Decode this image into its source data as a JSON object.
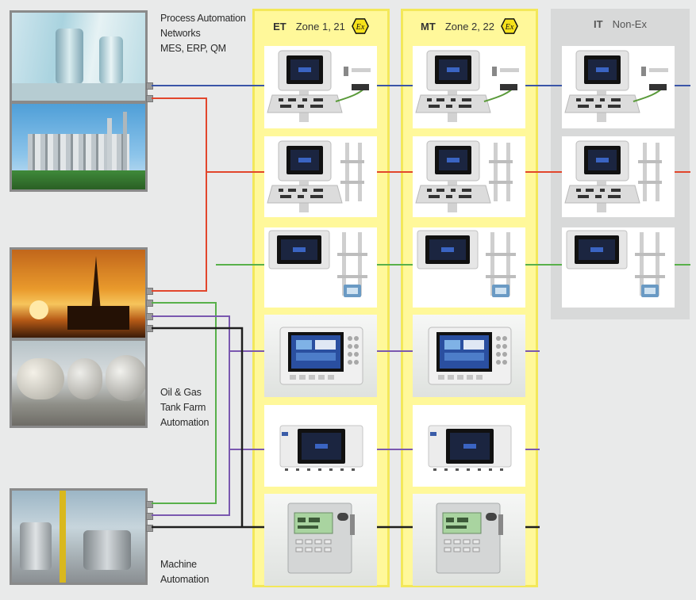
{
  "captions": {
    "process": [
      "Process Automation",
      "Networks",
      "MES, ERP, QM"
    ],
    "oilgas": [
      "Oil & Gas",
      "Tank Farm",
      "Automation"
    ],
    "machine": [
      "Machine",
      "Automation"
    ]
  },
  "zones": [
    {
      "code": "ET",
      "label": "Zone 1, 21",
      "ex": true
    },
    {
      "code": "MT",
      "label": "Zone 2, 22",
      "ex": true
    },
    {
      "code": "IT",
      "label": "Non-Ex",
      "ex": false
    }
  ],
  "ex_symbol": "Ex",
  "screen_text": "",
  "colors": {
    "blue": "#3a55a8",
    "red": "#e2462c",
    "green": "#58b04a",
    "purple": "#7a58b0",
    "black": "#1e1e1e",
    "zone_yellow": "#fff89a",
    "zone_border": "#f3e85a",
    "nonex_gray": "#d8d9d9"
  }
}
